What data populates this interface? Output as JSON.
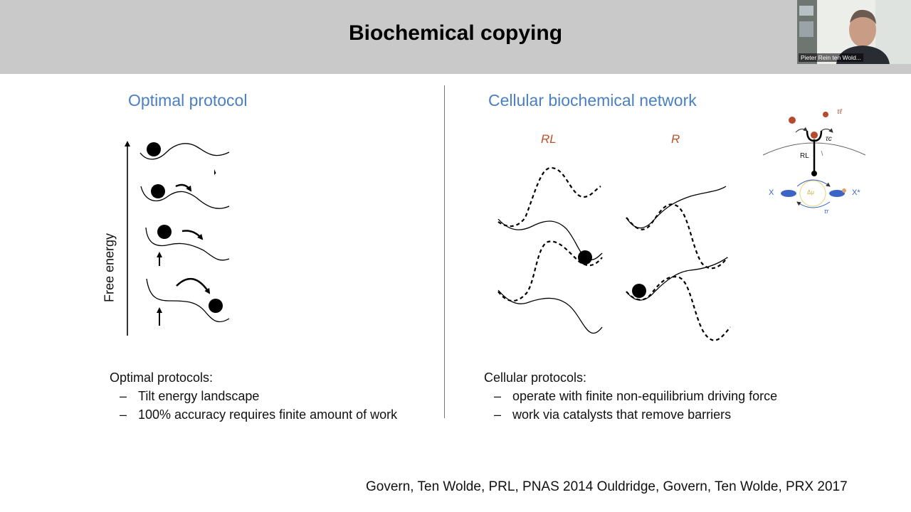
{
  "slide": {
    "title": "Biochemical copying",
    "left_heading": "Optimal protocol",
    "right_heading": "Cellular biochemical network",
    "y_axis_label": "Free energy",
    "state_labels": {
      "rl": "RL",
      "r": "R"
    },
    "inset": {
      "rl_label": "RL",
      "x_label": "X",
      "xstar_label": "X*",
      "tau_l": "τℓ",
      "tau_c": "τc",
      "tau_r": "τr",
      "delta_mu": "Δμ"
    },
    "left_protocols": {
      "heading": "Optimal protocols:",
      "items": [
        "Tilt energy landscape",
        "100% accuracy requires finite amount of work"
      ]
    },
    "right_protocols": {
      "heading": "Cellular protocols:",
      "items": [
        "operate with finite non-equilibrium driving force",
        "work via catalysts that remove barriers"
      ]
    },
    "citation": "Govern, Ten Wolde, PRL, PNAS 2014  Ouldridge, Govern, Ten Wolde, PRX 2017"
  },
  "webcam": {
    "name": "Pieter Rein ten Wold..."
  },
  "colors": {
    "title_bar": "#c9c9c9",
    "heading": "#4a7fc1",
    "state_label": "#c0502a"
  }
}
